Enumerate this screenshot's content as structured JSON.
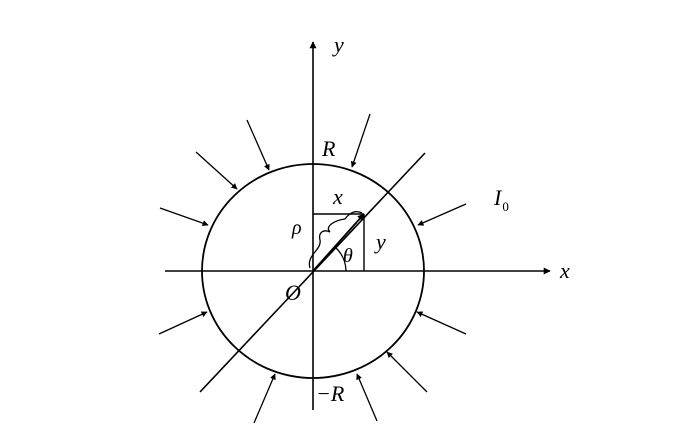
{
  "labels": {
    "y_axis": "y",
    "x_axis": "x",
    "radius_top": "R",
    "radius_bottom": "−R",
    "intensity": "I",
    "intensity_sub": "0",
    "origin": "O",
    "rho": "ρ",
    "theta": "θ",
    "seg_x": "x",
    "seg_y": "y"
  },
  "colors": {
    "stroke": "#000000",
    "background": "#ffffff"
  }
}
